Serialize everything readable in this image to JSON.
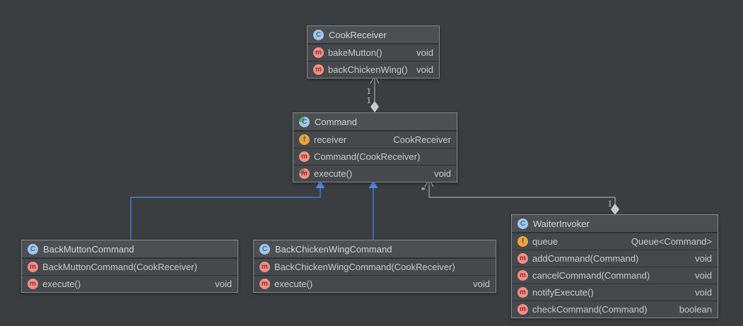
{
  "diagram_title": "Command pattern class diagram",
  "colors": {
    "canvas": "#3b3e40",
    "node_header": "#4c5053",
    "node_row": "#45494c",
    "node_border": "#85888a",
    "inheritance_edge_blue": "#4e8ae8",
    "association_edge_gray": "#bcbfc1",
    "class_icon_blue": "#a3c7e9",
    "method_icon_pink": "#ee9089",
    "field_icon_orange": "#e9a441",
    "abstract_overlay_green": "#59a869"
  },
  "icon_letters": {
    "class": "C",
    "abstract_class": "C",
    "method": "m",
    "abstract_method": "m",
    "field": "f"
  },
  "classes": [
    {
      "name": "CookReceiver",
      "icon": "class-icon",
      "members": [
        {
          "icon": "method-icon",
          "label": "bakeMutton()",
          "type": "void"
        },
        {
          "icon": "method-icon",
          "label": "backChickenWing()",
          "type": "void"
        }
      ]
    },
    {
      "name": "Command",
      "icon": "abstract-class-icon",
      "members": [
        {
          "icon": "field-icon",
          "label": "receiver",
          "type": "CookReceiver"
        },
        {
          "icon": "method-icon",
          "label": "Command(CookReceiver)",
          "type": ""
        },
        {
          "icon": "abstract-method-icon",
          "label": "execute()",
          "type": "void"
        }
      ]
    },
    {
      "name": "BackMuttonCommand",
      "icon": "class-icon",
      "members": [
        {
          "icon": "method-icon",
          "label": "BackMuttonCommand(CookReceiver)",
          "type": ""
        },
        {
          "icon": "method-icon",
          "label": "execute()",
          "type": "void"
        }
      ]
    },
    {
      "name": "BackChickenWingCommand",
      "icon": "class-icon",
      "members": [
        {
          "icon": "method-icon",
          "label": "BackChickenWingCommand(CookReceiver)",
          "type": ""
        },
        {
          "icon": "method-icon",
          "label": "execute()",
          "type": "void"
        }
      ]
    },
    {
      "name": "WaiterInvoker",
      "icon": "class-icon",
      "members": [
        {
          "icon": "field-icon",
          "label": "queue",
          "type": "Queue<Command>"
        },
        {
          "icon": "method-icon",
          "label": "addCommand(Command)",
          "type": "void"
        },
        {
          "icon": "method-icon",
          "label": "cancelCommand(Command)",
          "type": "void"
        },
        {
          "icon": "method-icon",
          "label": "notifyExecute()",
          "type": "void"
        },
        {
          "icon": "method-icon",
          "label": "checkCommand(Command)",
          "type": "boolean"
        }
      ]
    }
  ],
  "edges": [
    {
      "from": "Command",
      "to": "CookReceiver",
      "type": "aggregation",
      "labels": [
        "1",
        "1"
      ]
    },
    {
      "from": "BackMuttonCommand",
      "to": "Command",
      "type": "inheritance",
      "labels": []
    },
    {
      "from": "BackChickenWingCommand",
      "to": "Command",
      "type": "inheritance",
      "labels": []
    },
    {
      "from": "WaiterInvoker",
      "to": "Command",
      "type": "aggregation",
      "labels": [
        "*",
        "1"
      ]
    }
  ]
}
